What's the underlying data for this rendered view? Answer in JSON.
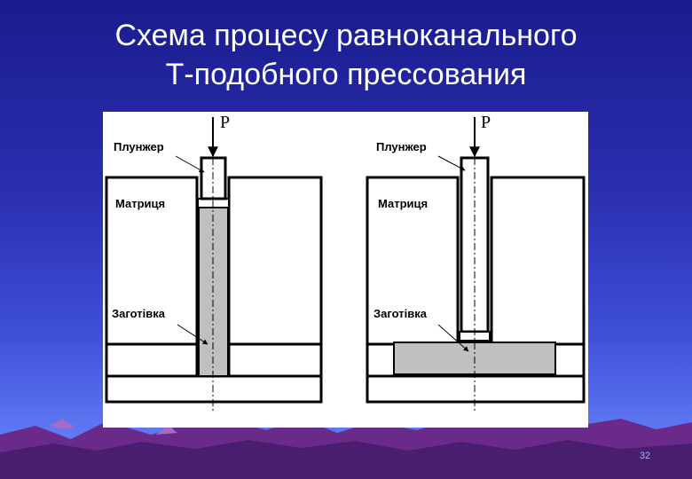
{
  "slide": {
    "title_line1": "Схема процесу равноканального",
    "title_line2": "Т-подобного прессования",
    "page_number": "32"
  },
  "diagram": {
    "left": {
      "force_label": "P",
      "plunger_label": "Плунжер",
      "die_label": "Матриця",
      "billet_label": "Заготівка"
    },
    "right": {
      "force_label": "P",
      "plunger_label": "Плунжер",
      "die_label": "Матриця",
      "billet_label": "Заготівка"
    },
    "colors": {
      "billet_fill": "#c0c0c0",
      "outline": "#000000"
    }
  }
}
